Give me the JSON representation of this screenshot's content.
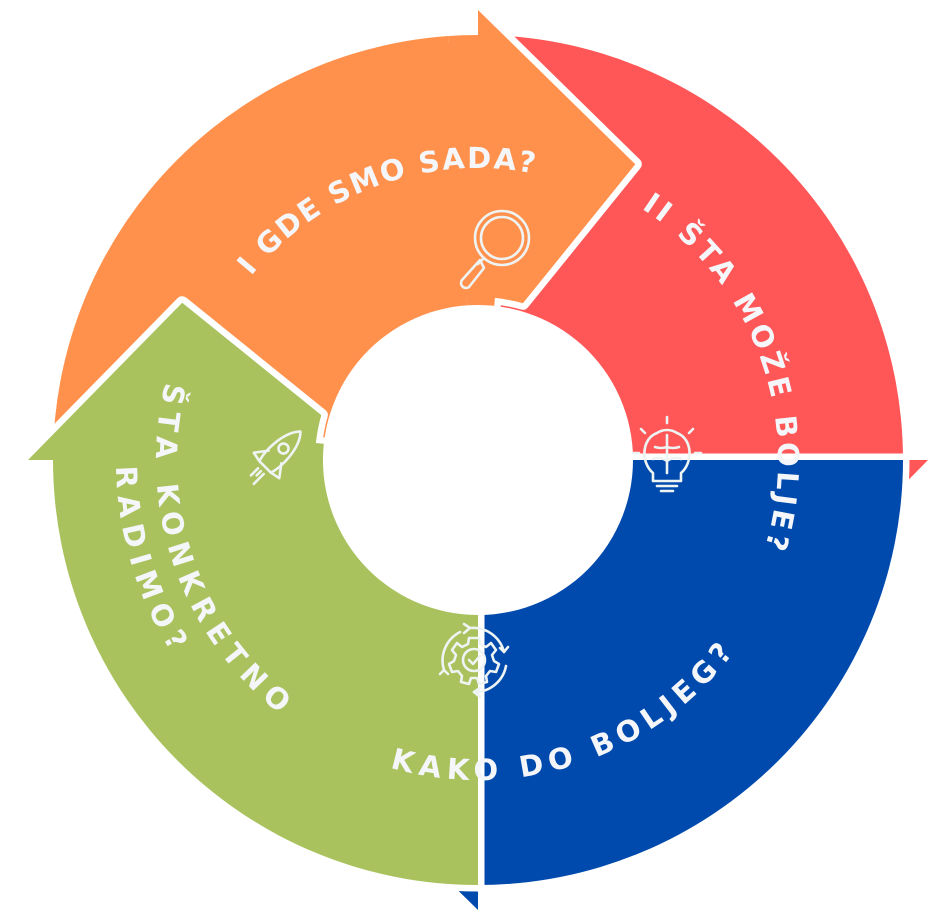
{
  "diagram": {
    "type": "cycle",
    "steps": [
      {
        "id": "orange",
        "label": "I GDE SMO SADA?",
        "icon": "magnifier-icon",
        "color": "#FF914D"
      },
      {
        "id": "red",
        "label": "II ŠTA  MOŽE BOLJE?",
        "icon": "brain-lightbulb-icon",
        "color": "#FF5757"
      },
      {
        "id": "blue",
        "label": "KAKO DO BOLJEG?",
        "icon": "gear-check-cycle-icon",
        "color": "#004AAD"
      },
      {
        "id": "green",
        "label_line1": "ŠTA KONKRETNO",
        "label_line2": "RADIMO?",
        "icon": "rocket-icon",
        "color": "#A9C25D"
      }
    ]
  }
}
